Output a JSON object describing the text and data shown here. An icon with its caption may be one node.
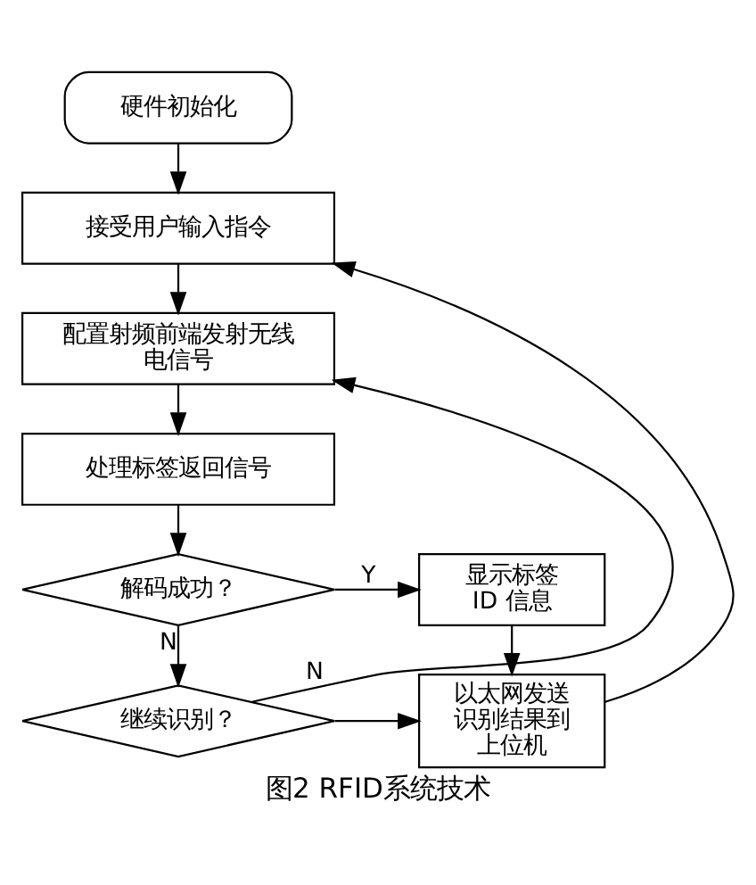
{
  "diagram": {
    "caption": "图2 RFID系统技术",
    "nodes": [
      {
        "text": [
          "硬件初始化"
        ]
      },
      {
        "text": [
          "接受用户输入指令"
        ]
      },
      {
        "text": [
          "配置射频前端发射无线电信号"
        ]
      },
      {
        "text": [
          "处理标签返回信号"
        ]
      },
      {
        "text": [
          "解码成功？"
        ]
      },
      {
        "text": [
          "显示标签 ID 信息"
        ]
      },
      {
        "text": [
          "继续识别？"
        ]
      },
      {
        "text": [
          "以太网发送识别结果到上位机"
        ]
      }
    ],
    "edges": [
      {
        "from": 0,
        "to": 1,
        "arrow": "to"
      },
      {
        "from": 1,
        "to": 2,
        "arrow": "to"
      },
      {
        "from": 2,
        "to": 3,
        "arrow": "to"
      },
      {
        "from": 3,
        "to": 4,
        "arrow": "to"
      },
      {
        "from": 4,
        "to": 5,
        "arrow": "to",
        "label": "Y"
      },
      {
        "from": 4,
        "to": 6,
        "arrow": "to",
        "label": "N"
      },
      {
        "from": 5,
        "to": 7,
        "arrow": "to"
      },
      {
        "from": 6,
        "to": 7,
        "arrow": "to"
      },
      {
        "from": 6,
        "to": 2,
        "arrow": "to",
        "label": "N"
      },
      {
        "from": 7,
        "to": 1,
        "arrow": "to"
      }
    ]
  }
}
